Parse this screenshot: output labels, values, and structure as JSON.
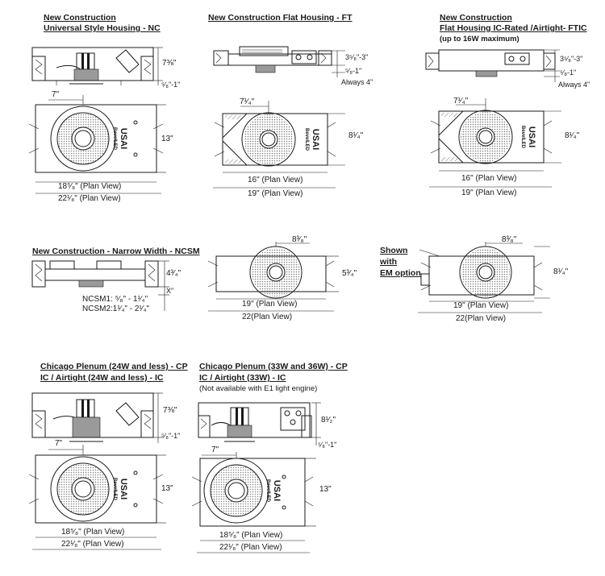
{
  "nc": {
    "title": [
      "New Construction",
      "Universal Style Housing - NC"
    ],
    "side_height": "7⅜\"",
    "side_offset": "⁵⁄₈\"-1\"",
    "opening": "7\"",
    "plan_height": "13\"",
    "plan_width_inner": "18⁵⁄₈\" (Plan View)",
    "plan_width_outer": "22¹⁄₈\" (Plan View)"
  },
  "ft": {
    "title": "New Construction Flat Housing - FT",
    "side_height": "3⁵⁄₈\"-3\"",
    "side_offset": "⁵⁄₈-1\"",
    "side_note": "Always 4\"",
    "opening": "7¹⁄₄\"",
    "plan_height": "8¹⁄₄\"",
    "plan_width_inner": "16\" (Plan View)",
    "plan_width_outer": "19\" (Plan View)"
  },
  "ftic": {
    "title": [
      "New Construction",
      "Flat Housing IC-Rated /Airtight- FTIC"
    ],
    "subtitle": "(up to 16W maximum)",
    "side_height": "3⁵⁄₈\"-3\"",
    "side_offset": "⁵⁄₈-1\"",
    "side_note": "Always 4\"",
    "opening": "7¹⁄₄\"",
    "plan_height": "8¹⁄₄\"",
    "plan_width_inner": "16\" (Plan View)",
    "plan_width_outer": "19\" (Plan View)"
  },
  "ncsm": {
    "title": "New Construction - Narrow Width - NCSM",
    "side_height": "4³⁄₄\"",
    "offset_var": "X\"",
    "ncsm1": "NCSM1: ⁵⁄₈\" - 1¹⁄₄\"",
    "ncsm2": "NCSM2:1¹⁄₄\" - 2¹⁄₄\""
  },
  "narrow_plan": {
    "opening": "8³⁄₈\"",
    "plan_height": "5³⁄₄\"",
    "plan_width_inner": "19\" (Plan View)",
    "plan_width_outer": "22(Plan View)"
  },
  "em": {
    "label": [
      "Shown",
      "with",
      "EM option"
    ],
    "opening": "8³⁄₈\"",
    "plan_height": "8¹⁄₄\"",
    "plan_width_inner": "19\" (Plan View)",
    "plan_width_outer": "22(Plan View)"
  },
  "cp1": {
    "title": [
      "Chicago Plenum (24W and less) - CP",
      "IC / Airtight (24W and less) - IC"
    ],
    "side_height": "7⅜\"",
    "side_offset": "⁵⁄₈\"-1\"",
    "opening": "7\"",
    "plan_height": "13\"",
    "plan_width_inner": "18⁵⁄₈\" (Plan View)",
    "plan_width_outer": "22¹⁄₈\" (Plan View)"
  },
  "cp2": {
    "title": [
      "Chicago Plenum (33W and 36W) - CP",
      "IC / Airtight (33W) - IC"
    ],
    "note": "(Not available with E1 light engine)",
    "side_height": "8¹⁄₂\"",
    "side_offset": "⁵⁄₈\"-1\"",
    "opening": "7\"",
    "plan_height": "13\"",
    "plan_width_inner": "18⁵⁄₈\" (Plan View)",
    "plan_width_outer": "22¹⁄₈\" (Plan View)"
  },
  "brand": [
    "USAI",
    "BevelLED"
  ]
}
